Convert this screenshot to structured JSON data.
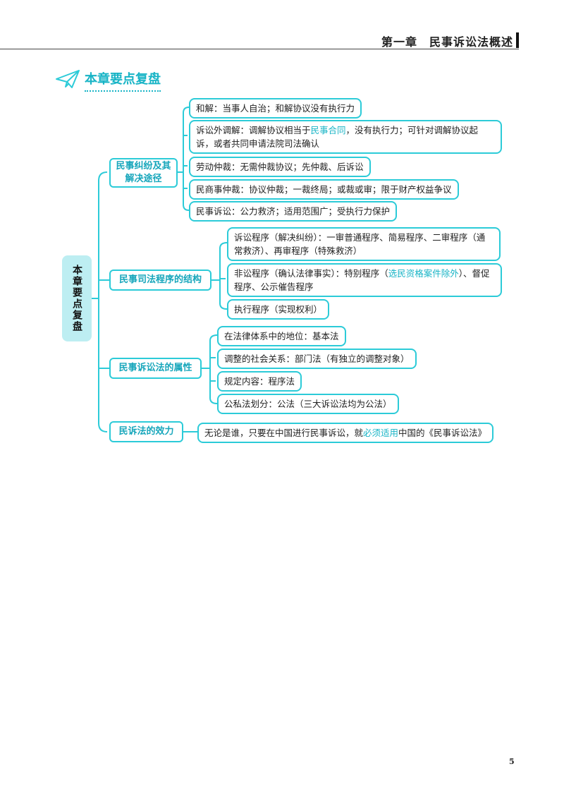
{
  "header": {
    "chapter_title": "第一章　民事诉讼法概述"
  },
  "section": {
    "title": "本章要点复盘"
  },
  "root": {
    "label": "本章要点复盘"
  },
  "branches": [
    {
      "label": "民事纠纷及其解决途径",
      "items": [
        {
          "text": "和解：当事人自治；和解协议没有执行力"
        },
        {
          "pre": "诉讼外调解：调解协议相当于",
          "highlight": "民事合同",
          "post": "，没有执行力；可针对调解协议起诉，或者共同申请法院司法确认"
        },
        {
          "text": "劳动仲裁：无需仲裁协议；先仲裁、后诉讼"
        },
        {
          "text": "民商事仲裁：协议仲裁；一裁终局；或裁或审；限于财产权益争议"
        },
        {
          "text": "民事诉讼：公力救济；适用范围广；受执行力保护"
        }
      ]
    },
    {
      "label": "民事司法程序的结构",
      "items": [
        {
          "text": "诉讼程序（解决纠纷）：一审普通程序、简易程序、二审程序（通常救济）、再审程序（特殊救济）"
        },
        {
          "pre": "非讼程序（确认法律事实）：特别程序（",
          "highlight": "选民资格案件除外",
          "post": "）、督促程序、公示催告程序"
        },
        {
          "text": "执行程序（实现权利）"
        }
      ]
    },
    {
      "label": "民事诉讼法的属性",
      "items": [
        {
          "text": "在法律体系中的地位：基本法"
        },
        {
          "text": "调整的社会关系：部门法（有独立的调整对象）"
        },
        {
          "text": "规定内容：程序法"
        },
        {
          "text": "公私法划分：公法（三大诉讼法均为公法）"
        }
      ]
    },
    {
      "label": "民诉法的效力",
      "items": [
        {
          "pre": "无论是谁，只要在中国进行民事诉讼，就",
          "highlight": "必须适用",
          "post": "中国的《民事诉讼法》"
        }
      ]
    }
  ],
  "footer": {
    "page_number": "5"
  },
  "colors": {
    "accent": "#18b4c6",
    "border": "#2ccbd8",
    "root_fill": "#bdeef2"
  }
}
